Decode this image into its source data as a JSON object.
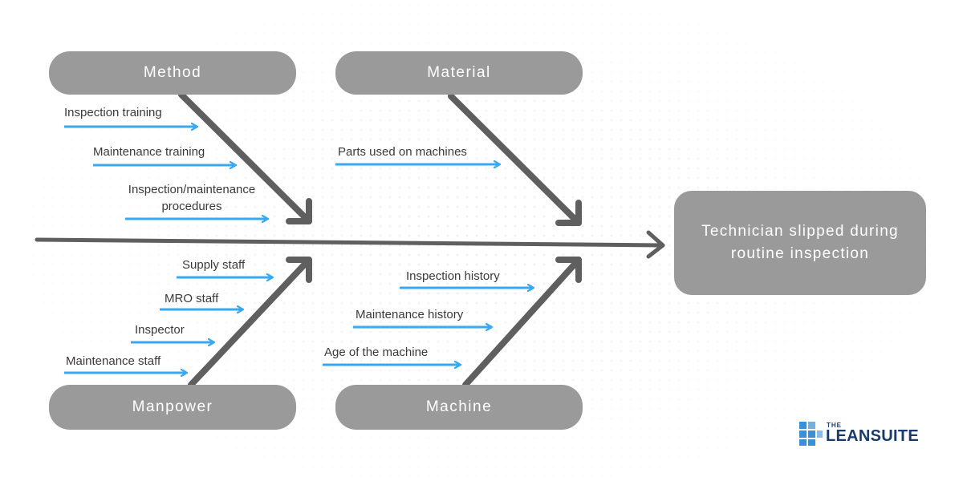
{
  "effect": {
    "text": "Technician slipped during routine inspection"
  },
  "categories": {
    "method": "Method",
    "material": "Material",
    "manpower": "Manpower",
    "machine": "Machine"
  },
  "causes": {
    "method": [
      "Inspection training",
      "Maintenance training",
      "Inspection/maintenance procedures"
    ],
    "material": [
      "Parts used on machines"
    ],
    "manpower": [
      "Supply staff",
      "MRO staff",
      "Inspector",
      "Maintenance staff"
    ],
    "machine": [
      "Inspection history",
      "Maintenance history",
      "Age of the machine"
    ]
  },
  "logo": {
    "the": "THE",
    "name": "LEANSUITE",
    "brand_color": "#1a3a6b",
    "accent_color": "#3b8fd6"
  },
  "colors": {
    "bone": "#5f5f5f",
    "cause_arrow": "#3aa8f0",
    "pill": "#9a9a9a",
    "text": "#3a3a3a"
  }
}
